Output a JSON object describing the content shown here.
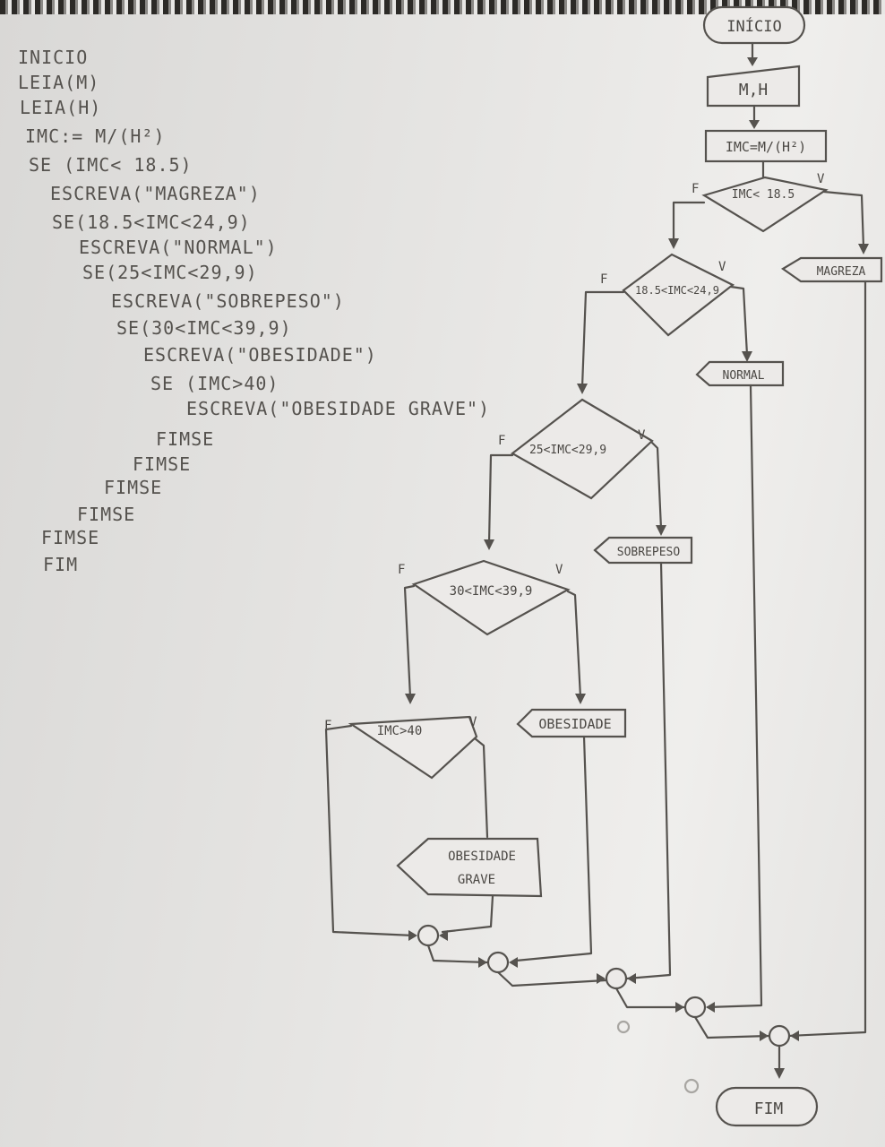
{
  "pseudocode": {
    "lines": [
      "INICIO",
      "LEIA(M)",
      "LEIA(H)",
      "IMC:= M/(H²)",
      "SE (IMC< 18.5)",
      "ESCREVA(\"MAGREZA\")",
      "SE(18.5<IMC<24,9)",
      "ESCREVA(\"NORMAL\")",
      "SE(25<IMC<29,9)",
      "ESCREVA(\"SOBREPESO\")",
      "SE(30<IMC<39,9)",
      "ESCREVA(\"OBESIDADE\")",
      "SE (IMC>40)",
      "ESCREVA(\"OBESIDADE GRAVE\")",
      "FIMSE",
      "FIMSE",
      "FIMSE",
      "FIMSE",
      "FIMSE",
      "FIM"
    ]
  },
  "flowchart": {
    "start": "INÍCIO",
    "input": "M,H",
    "process": "IMC=M/(H²)",
    "decisions": [
      {
        "condition": "IMC< 18.5",
        "true_label": "V",
        "false_label": "F",
        "output": "MAGREZA"
      },
      {
        "condition": "18.5<IMC<24,9",
        "true_label": "V",
        "false_label": "F",
        "output": "NORMAL"
      },
      {
        "condition": "25<IMC<29,9",
        "true_label": "V",
        "false_label": "F",
        "output": "SOBREPESO"
      },
      {
        "condition": "30<IMC<39,9",
        "true_label": "V",
        "false_label": "F",
        "output": "OBESIDADE"
      },
      {
        "condition": "IMC>40",
        "true_label": "V",
        "false_label": "F",
        "output_lines": [
          "OBESIDADE",
          "GRAVE"
        ]
      }
    ],
    "end": "FIM"
  }
}
